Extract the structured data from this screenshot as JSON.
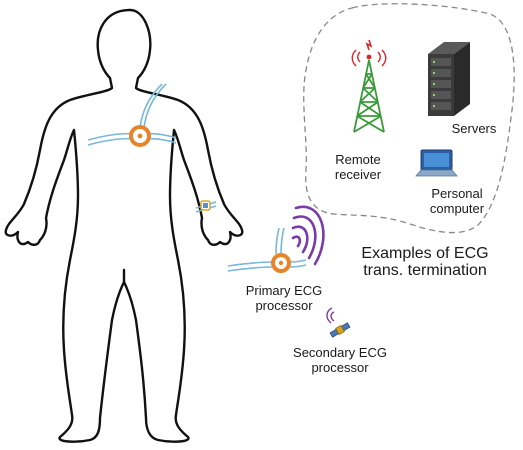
{
  "labels": {
    "remote_receiver": [
      "Remote",
      "receiver"
    ],
    "servers": "Servers",
    "personal_computer": [
      "Personal",
      "computer"
    ],
    "examples_title": [
      "Examples of ECG",
      "trans. termination"
    ],
    "primary_processor": [
      "Primary ECG",
      "processor"
    ],
    "secondary_processor": [
      "Secondary ECG",
      "processor"
    ]
  },
  "icons": {
    "body": "human-body-outline-icon",
    "tower": "radio-tower-icon",
    "server": "server-rack-icon",
    "laptop": "laptop-icon",
    "chest_sensor": "chest-ecg-sensor-icon",
    "wrist_sensor": "wrist-sensor-icon",
    "primary_sensor": "primary-ecg-sensor-icon",
    "secondary_sensor": "secondary-ecg-sensor-icon",
    "waves": "wireless-waves-icon"
  },
  "colors": {
    "outline": "#111111",
    "sensor_ring": "#e8832a",
    "strap": "#7ab7d9",
    "waves": "#7a3aa8",
    "tower": "#3a9a3a",
    "tower_signal": "#d9252a",
    "server": "#3b3b3b",
    "laptop": "#3a7ac8",
    "dashed_region": "#888888"
  }
}
